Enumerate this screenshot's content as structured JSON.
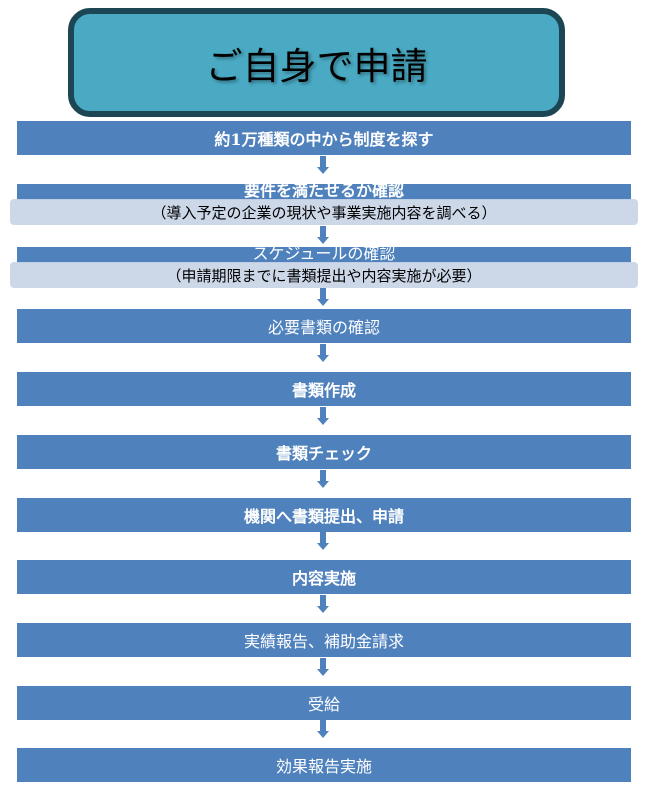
{
  "title": "ご自身で申請",
  "steps": [
    {
      "label": "約1万種類の中から制度を探す"
    },
    {
      "label": "要件を満たせるか確認",
      "note": "（導入予定の企業の現状や事業実施内容を調べる）"
    },
    {
      "label": "スケジュールの確認",
      "note": "（申請期限までに書類提出や内容実施が必要）"
    },
    {
      "label": "必要書類の確認"
    },
    {
      "label": "書類作成"
    },
    {
      "label": "書類チェック"
    },
    {
      "label": "機関へ書類提出、申請"
    },
    {
      "label": "内容実施"
    },
    {
      "label": "実績報告、補助金請求"
    },
    {
      "label": "受給"
    },
    {
      "label": "効果報告実施"
    }
  ]
}
